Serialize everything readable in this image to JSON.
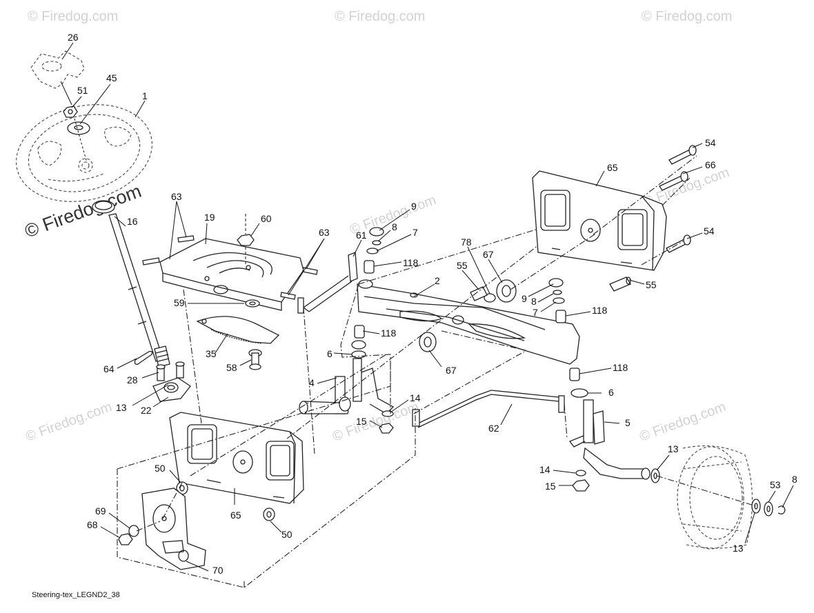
{
  "caption": "Steering-tex_LEGND2_38",
  "watermark": "© Firedog.com",
  "callouts": [
    "26",
    "45",
    "51",
    "1",
    "16",
    "63",
    "19",
    "60",
    "63",
    "9",
    "8",
    "7",
    "61",
    "118",
    "78",
    "67",
    "55",
    "2",
    "65",
    "54",
    "66",
    "54",
    "55",
    "9",
    "8",
    "7",
    "118",
    "59",
    "35",
    "58",
    "64",
    "28",
    "13",
    "22",
    "6",
    "118",
    "4",
    "67",
    "14",
    "15",
    "118",
    "6",
    "5",
    "62",
    "13",
    "14",
    "15",
    "53",
    "8",
    "13",
    "50",
    "65",
    "50",
    "69",
    "68",
    "70"
  ]
}
